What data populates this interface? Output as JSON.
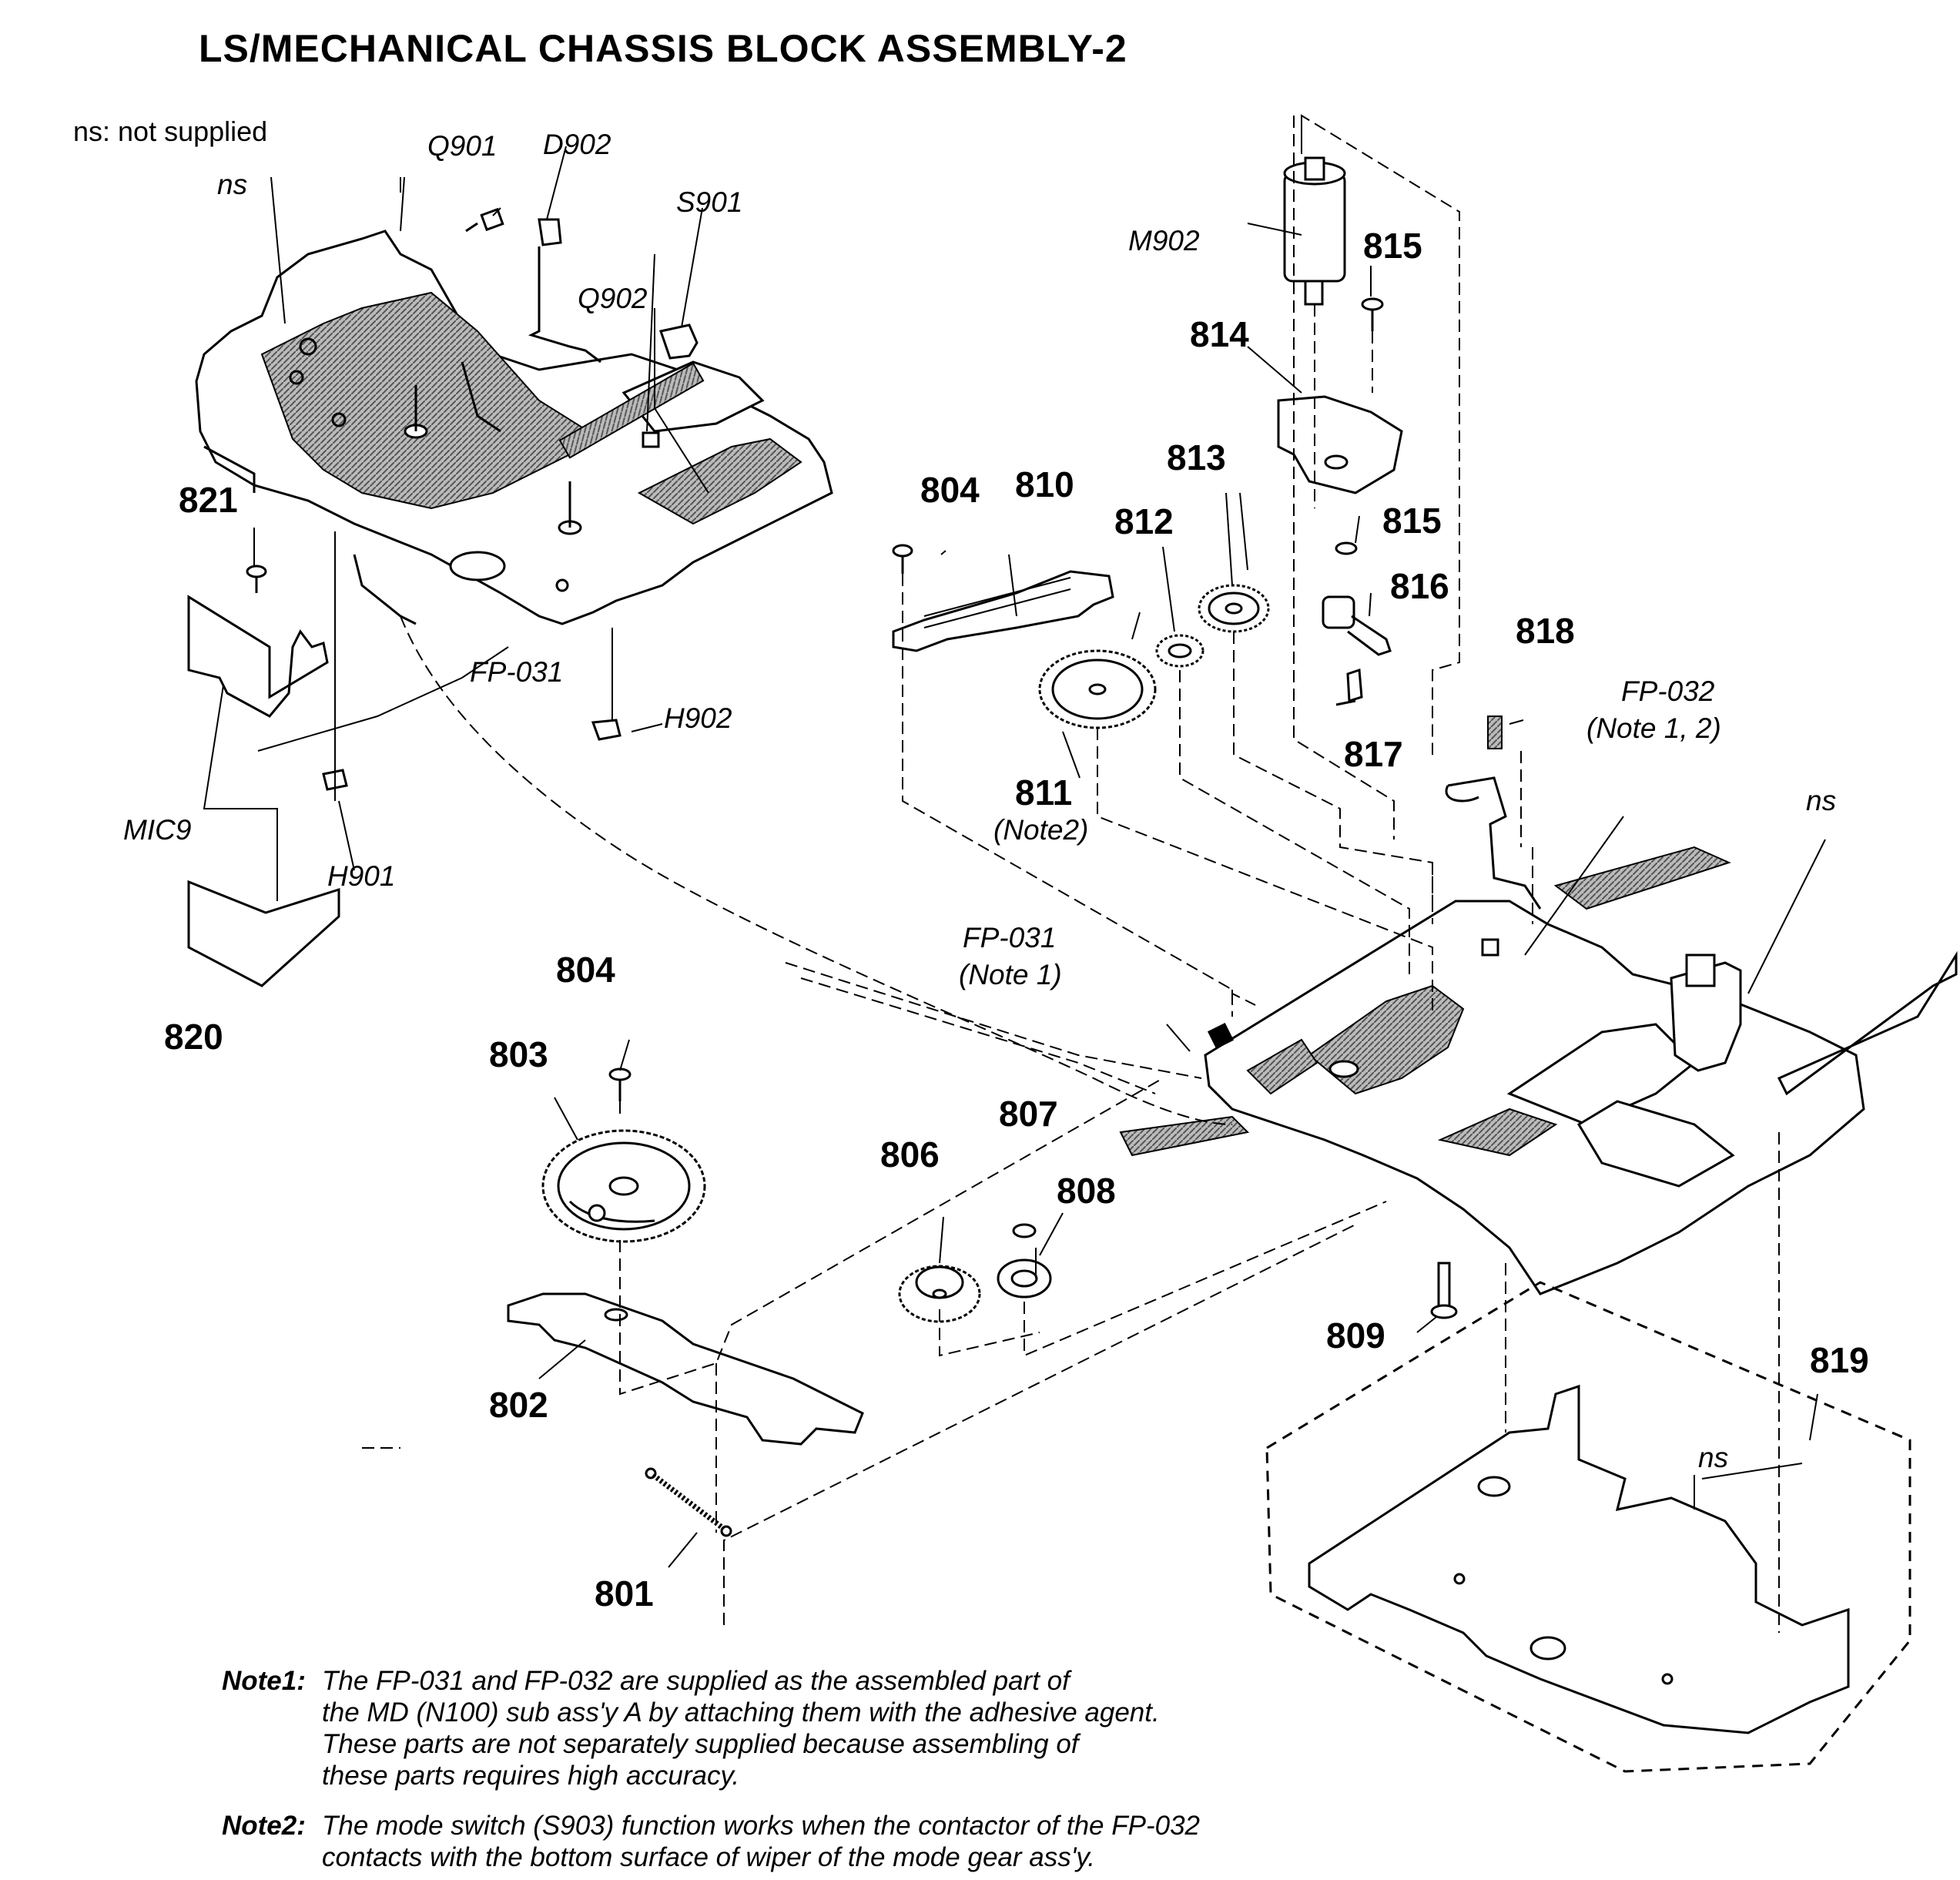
{
  "title": "LS/MECHANICAL CHASSIS BLOCK ASSEMBLY-2",
  "legend": "ns: not supplied",
  "labels": {
    "ns_a": "ns",
    "ns_b": "ns",
    "ns_c": "ns",
    "q901": "Q901",
    "d902": "D902",
    "s901": "S901",
    "q902": "Q902",
    "m902": "M902",
    "p815a": "815",
    "p814": "814",
    "p813": "813",
    "p815b": "815",
    "p816": "816",
    "p812": "812",
    "p810": "810",
    "p804a": "804",
    "p821": "821",
    "fp031a": "FP-031",
    "h902": "H902",
    "p818": "818",
    "fp032": "FP-032",
    "fp032_note": "(Note 1, 2)",
    "p817": "817",
    "p811": "811",
    "p811_note": "(Note2)",
    "mic9": "MIC9",
    "h901": "H901",
    "fp031b": "FP-031",
    "fp031b_note": "(Note 1)",
    "p804b": "804",
    "p803": "803",
    "p820": "820",
    "p807": "807",
    "p806": "806",
    "p808": "808",
    "p809": "809",
    "p819": "819",
    "p802": "802",
    "p801": "801"
  },
  "notes": [
    {
      "head": "Note1:",
      "lines": [
        "The FP-031 and FP-032 are supplied as the assembled part of",
        "the MD (N100) sub ass'y A by attaching them with the adhesive agent.",
        "These parts are not separately supplied because assembling of",
        "these parts requires high accuracy."
      ]
    },
    {
      "head": "Note2:",
      "lines": [
        "The mode switch (S903) function works when the contactor of the FP-032",
        "contacts with the bottom surface of wiper of the mode gear ass'y."
      ]
    }
  ]
}
